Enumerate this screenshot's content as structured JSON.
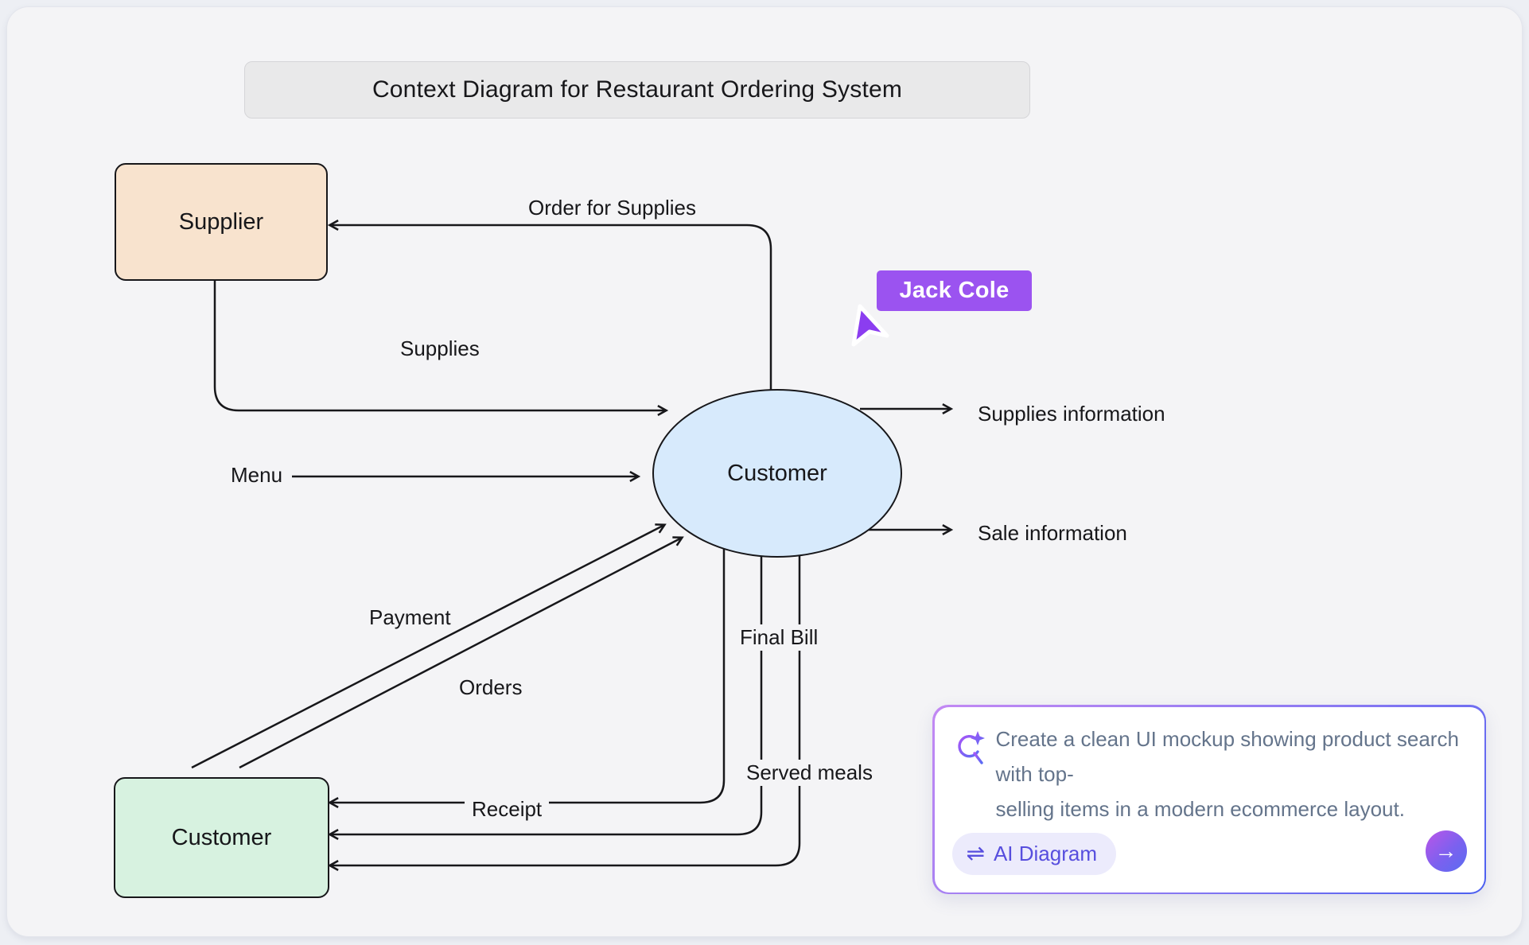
{
  "canvas": {
    "title": "Context Diagram for Restaurant Ordering System",
    "nodes": {
      "supplier": {
        "label": "Supplier",
        "fill": "#f8e3ce",
        "shape": "rectangle"
      },
      "process": {
        "label": "Customer",
        "fill": "#d7eafc",
        "shape": "ellipse"
      },
      "customer": {
        "label": "Customer",
        "fill": "#d7f2e0",
        "shape": "rectangle"
      }
    },
    "edges": {
      "order_for_supplies": {
        "label": "Order for Supplies"
      },
      "supplies": {
        "label": "Supplies"
      },
      "menu": {
        "label": "Menu"
      },
      "supplies_information": {
        "label": "Supplies information"
      },
      "sale_information": {
        "label": "Sale information"
      },
      "payment": {
        "label": "Payment"
      },
      "orders": {
        "label": "Orders"
      },
      "final_bill": {
        "label": "Final Bill"
      },
      "served_meals": {
        "label": "Served meals"
      },
      "receipt": {
        "label": "Receipt"
      }
    },
    "colors": {
      "ink": "#17171a",
      "panel": "#f4f4f6",
      "title_bg": "#e9e9ea"
    }
  },
  "collaborator": {
    "name": "Jack Cole",
    "color": "#9b53f0"
  },
  "ai_card": {
    "prompt_line1": "Create a clean UI mockup showing product search with top-",
    "prompt_line2": "selling items in a modern ecommerce layout.",
    "diagram_button_label": "AI Diagram",
    "swap_icon_glyph": "⇌",
    "submit_icon_glyph": "→",
    "accent_gradient": [
      "#c389f3",
      "#4b5ff0"
    ],
    "text_color": "#64748b"
  }
}
